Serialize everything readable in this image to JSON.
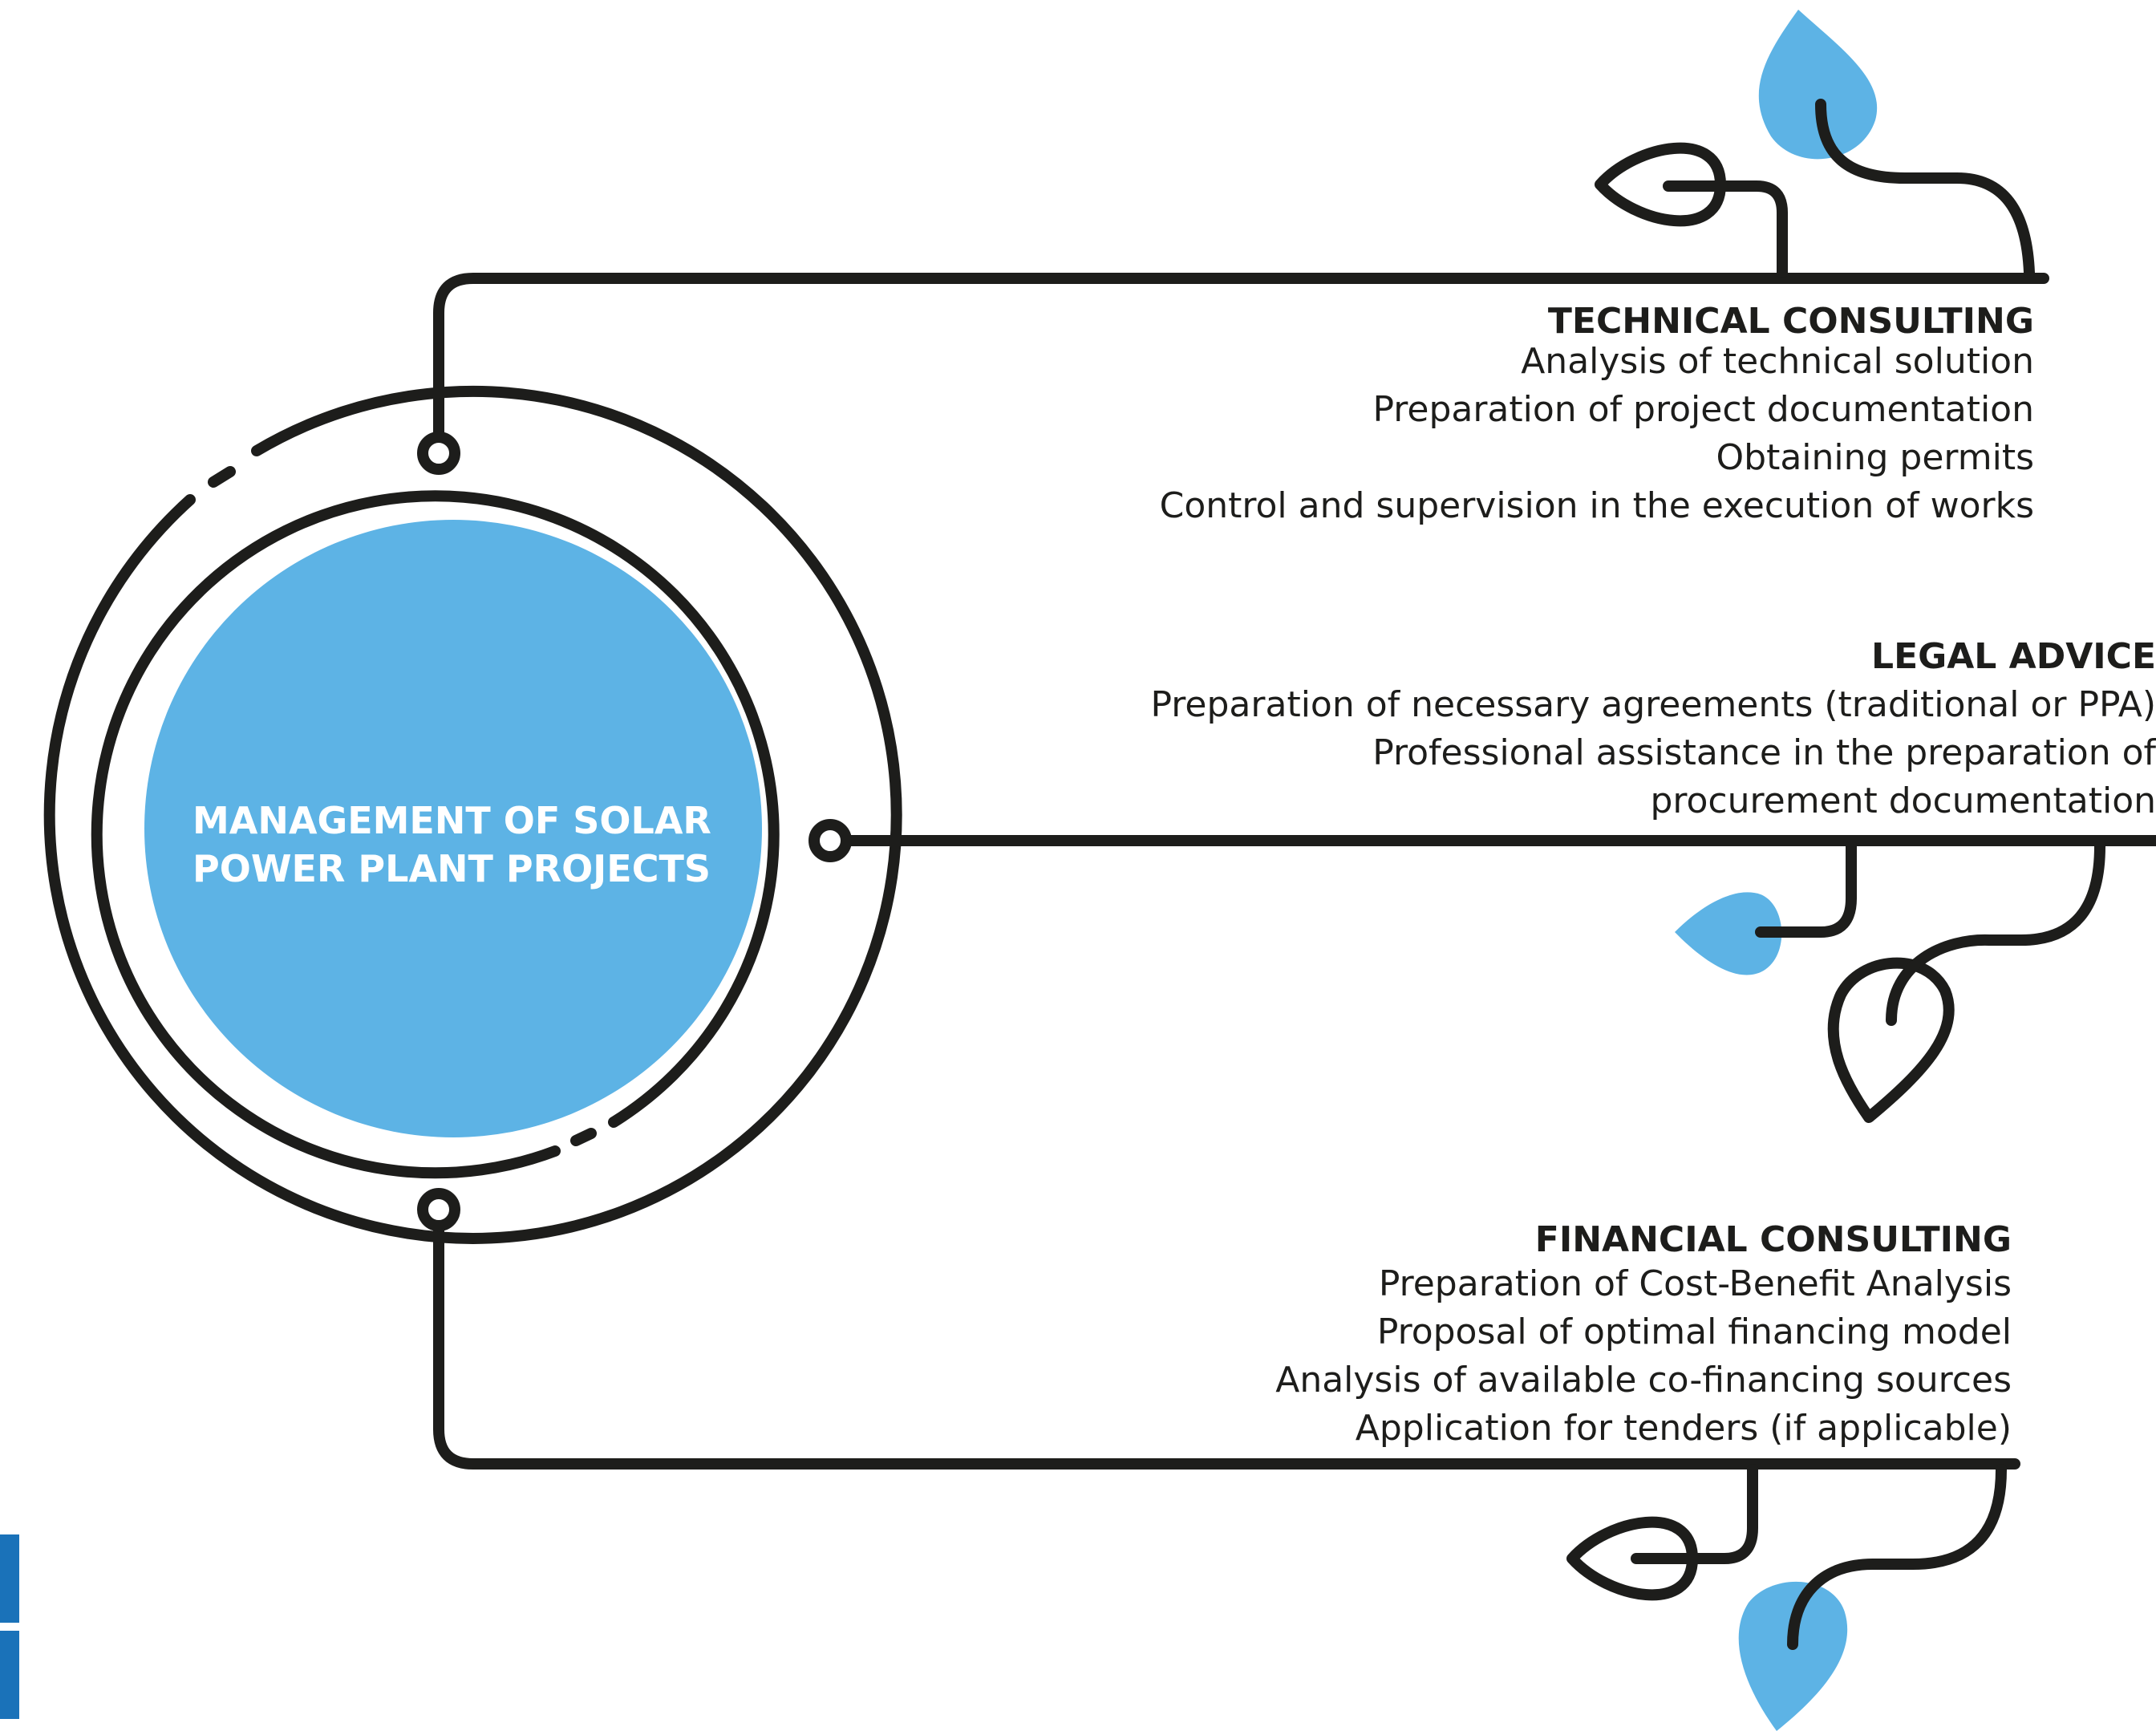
{
  "center": {
    "line1": "MANAGEMENT OF SOLAR",
    "line2": "POWER PLANT PROJECTS"
  },
  "sections": {
    "technical": {
      "title": "TECHNICAL CONSULTING",
      "items": [
        "Analysis of technical solution",
        "Preparation of project documentation",
        "Obtaining permits",
        "Control and supervision in the execution of works"
      ]
    },
    "legal": {
      "title": "LEGAL ADVICE",
      "items": [
        "Preparation of necessary agreements (traditional or PPA)",
        "Professional assistance in the preparation of",
        "procurement documentation"
      ]
    },
    "financial": {
      "title": "FINANCIAL CONSULTING",
      "items": [
        "Preparation of Cost-Benefit Analysis",
        "Proposal of optimal financing model",
        "Analysis of available co-financing sources",
        "Application for tenders (if applicable)"
      ]
    }
  },
  "colors": {
    "accent": "#5db3e5",
    "line": "#1d1d1b",
    "side_tab": "#1a72b9"
  },
  "icons": [
    "leaf-icon",
    "node-icon"
  ]
}
